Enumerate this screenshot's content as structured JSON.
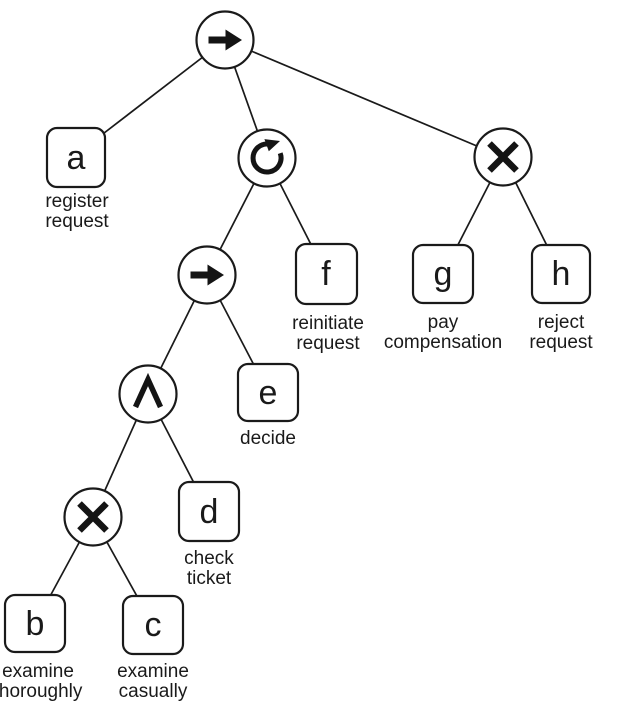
{
  "canvas": {
    "background": "#ffffff",
    "ink": "#1a1a1a"
  },
  "diagram": {
    "kind": "process-tree",
    "operators": [
      {
        "id": "seq-root",
        "name": "sequence",
        "symbol": "→"
      },
      {
        "id": "loop",
        "name": "redo-loop",
        "symbol": "↻"
      },
      {
        "id": "xor-right",
        "name": "exclusive-choice",
        "symbol": "×"
      },
      {
        "id": "seq-inner",
        "name": "sequence",
        "symbol": "→"
      },
      {
        "id": "and-mid",
        "name": "parallel",
        "symbol": "∧"
      },
      {
        "id": "xor-left",
        "name": "exclusive-choice",
        "symbol": "×"
      }
    ],
    "activities": [
      {
        "letter": "a",
        "label": [
          "register",
          "request"
        ]
      },
      {
        "letter": "b",
        "label": [
          "examine",
          "thoroughly"
        ]
      },
      {
        "letter": "c",
        "label": [
          "examine",
          "casually"
        ]
      },
      {
        "letter": "d",
        "label": [
          "check",
          "ticket"
        ]
      },
      {
        "letter": "e",
        "label": [
          "decide"
        ]
      },
      {
        "letter": "f",
        "label": [
          "reinitiate",
          "request"
        ]
      },
      {
        "letter": "g",
        "label": [
          "pay",
          "compensation"
        ]
      },
      {
        "letter": "h",
        "label": [
          "reject",
          "request"
        ]
      }
    ],
    "edges": [
      [
        "seq-root",
        "a"
      ],
      [
        "seq-root",
        "loop"
      ],
      [
        "seq-root",
        "xor-right"
      ],
      [
        "loop",
        "seq-inner"
      ],
      [
        "loop",
        "f"
      ],
      [
        "xor-right",
        "g"
      ],
      [
        "xor-right",
        "h"
      ],
      [
        "seq-inner",
        "and-mid"
      ],
      [
        "seq-inner",
        "e"
      ],
      [
        "and-mid",
        "xor-left"
      ],
      [
        "and-mid",
        "d"
      ],
      [
        "xor-left",
        "b"
      ],
      [
        "xor-left",
        "c"
      ]
    ]
  }
}
